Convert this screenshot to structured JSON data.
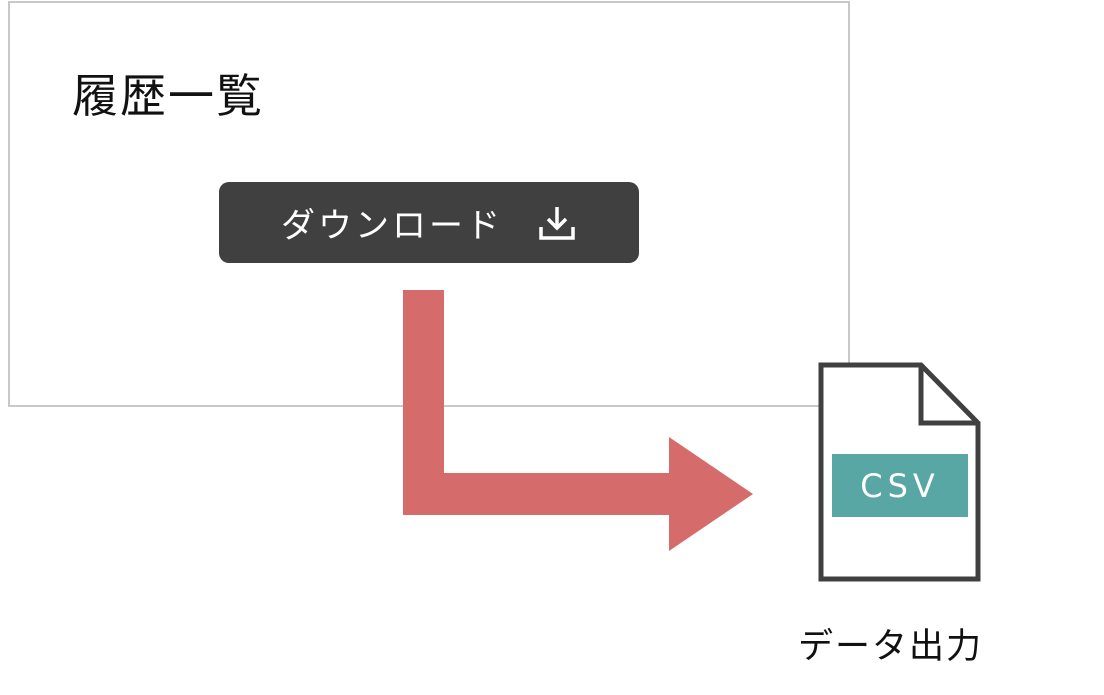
{
  "panel": {
    "title": "履歴一覧",
    "download_button": {
      "label": "ダウンロード",
      "icon": "download-icon"
    }
  },
  "flow": {
    "arrow_icon": "elbow-arrow-right",
    "arrow_color": "#d56b6b"
  },
  "file": {
    "icon": "document-icon",
    "badge": "CSV",
    "badge_color": "#58a7a5",
    "caption": "データ出力"
  },
  "colors": {
    "button_bg": "#404040",
    "panel_border": "#c8c8c8",
    "file_outline": "#404040"
  }
}
